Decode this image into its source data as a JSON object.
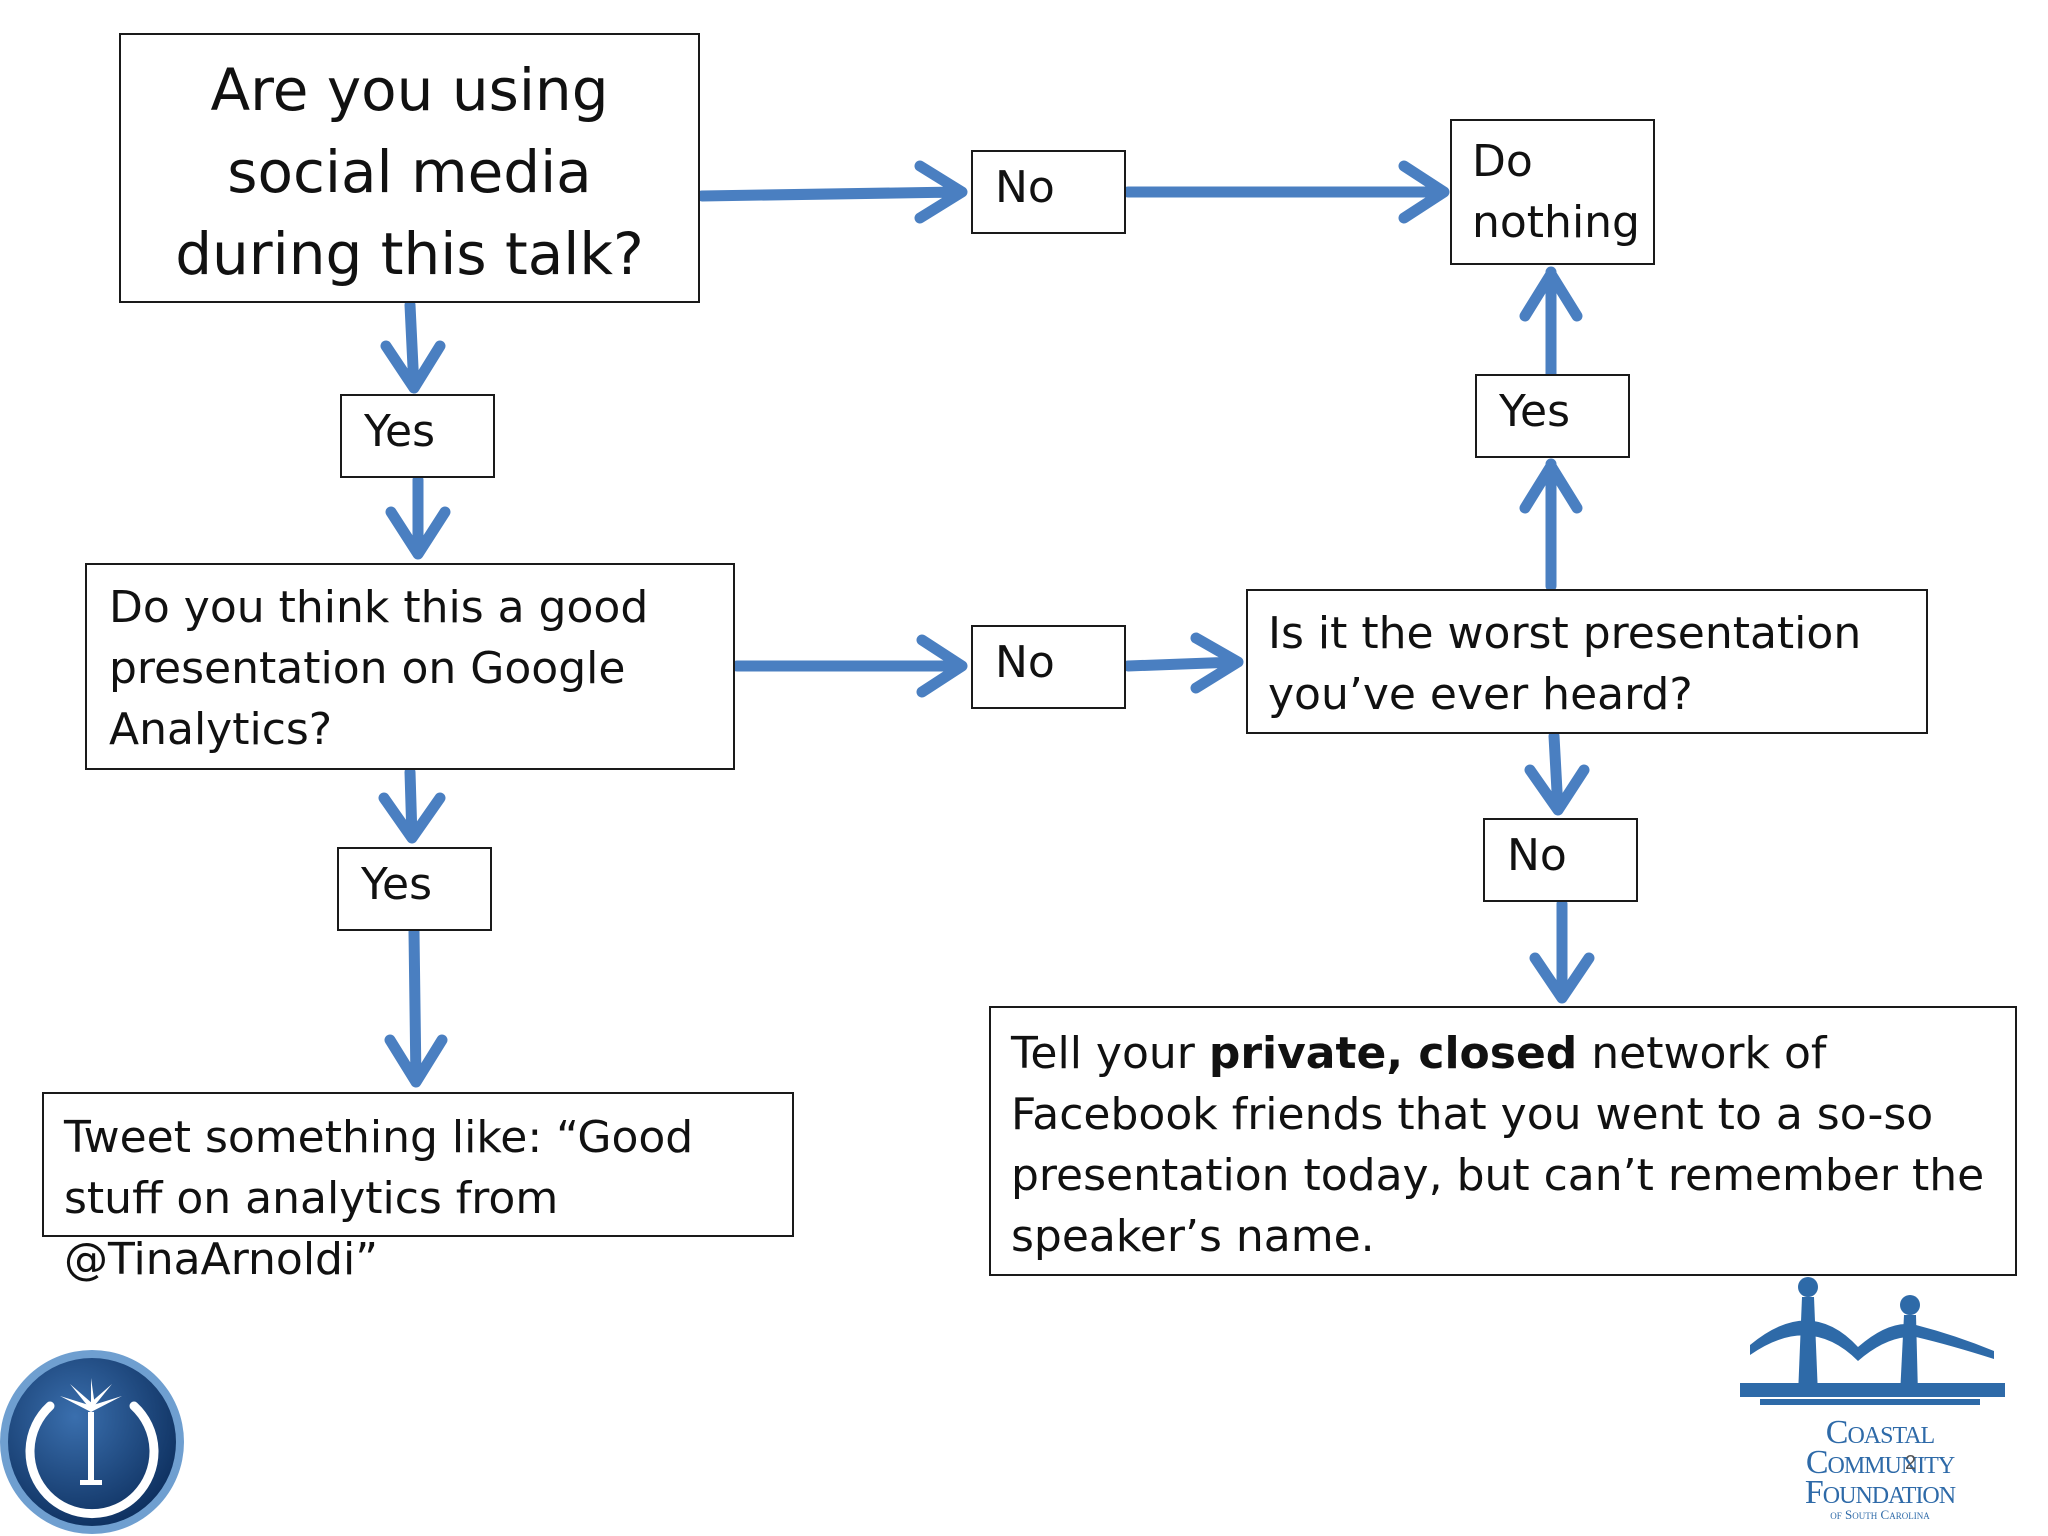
{
  "diagram": {
    "question_1": "Are you using social media during this talk?",
    "question_2": "Do you think this a good presentation on Google Analytics?",
    "question_3": "Is it the worst presentation you’ve ever heard?",
    "label_no_1": "No",
    "label_yes_1": "Yes",
    "label_no_2": "No",
    "label_yes_2": "Yes",
    "label_yes_3": "Yes",
    "label_no_3": "No",
    "outcome_do_nothing": "Do nothing",
    "outcome_tweet": "Tweet something like: “Good stuff on analytics from @TinaArnoldi”",
    "outcome_facebook": {
      "prefix": "Tell your ",
      "emphasis": "private, closed",
      "suffix": " network of Facebook friends that you went to a so-so presentation today, but can’t remember the speaker’s name."
    },
    "arrow_color": "#4a7fc1"
  },
  "footer": {
    "logo_text_1": "Coastal",
    "logo_text_2": "Community",
    "logo_text_3": "Foundation",
    "logo_text_4": "of South Carolina",
    "page_number": "2"
  }
}
